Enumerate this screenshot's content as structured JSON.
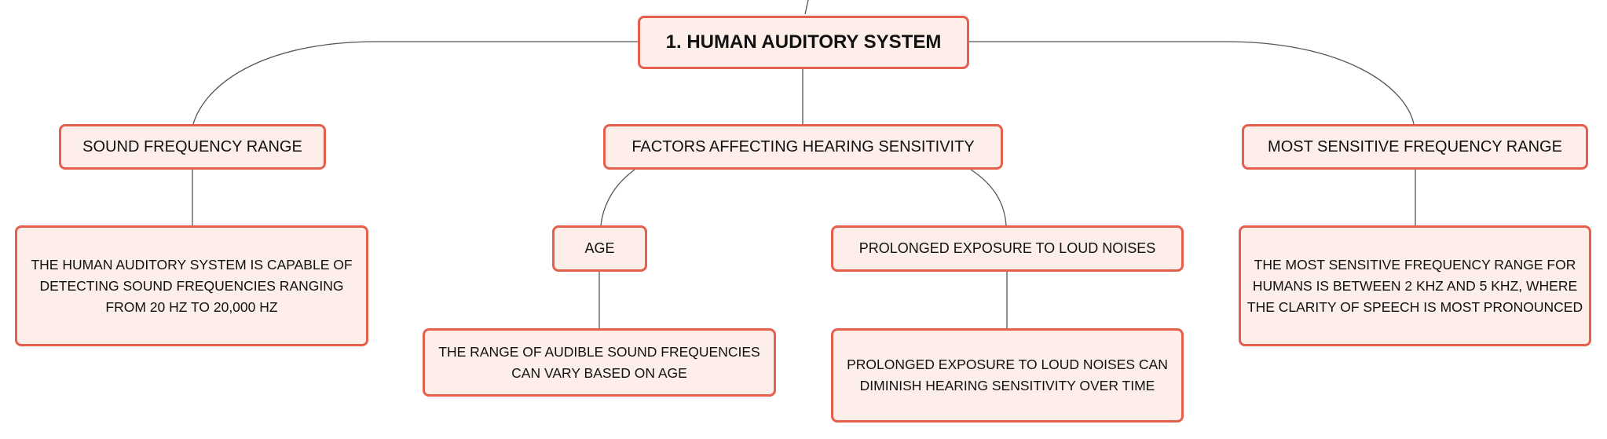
{
  "root": {
    "label": "1. HUMAN AUDITORY SYSTEM"
  },
  "branches": {
    "sound_range": {
      "label": "SOUND FREQUENCY RANGE",
      "detail": "THE HUMAN AUDITORY SYSTEM IS CAPABLE OF DETECTING SOUND FREQUENCIES RANGING FROM 20 HZ TO 20,000 HZ"
    },
    "factors": {
      "label": "FACTORS AFFECTING HEARING SENSITIVITY",
      "age": {
        "label": "AGE",
        "detail": "THE RANGE OF AUDIBLE SOUND FREQUENCIES CAN VARY BASED ON AGE"
      },
      "noise": {
        "label": "PROLONGED EXPOSURE TO LOUD NOISES",
        "detail": "PROLONGED EXPOSURE TO LOUD NOISES CAN DIMINISH HEARING SENSITIVITY OVER TIME"
      }
    },
    "sensitive_range": {
      "label": "MOST SENSITIVE FREQUENCY RANGE",
      "detail": "THE MOST SENSITIVE FREQUENCY RANGE FOR HUMANS IS BETWEEN 2 KHZ AND 5 KHZ, WHERE THE CLARITY OF SPEECH IS MOST PRONOUNCED"
    }
  },
  "colors": {
    "node_border": "#e4604c",
    "node_fill": "#fdeeea",
    "connector": "#555555"
  }
}
